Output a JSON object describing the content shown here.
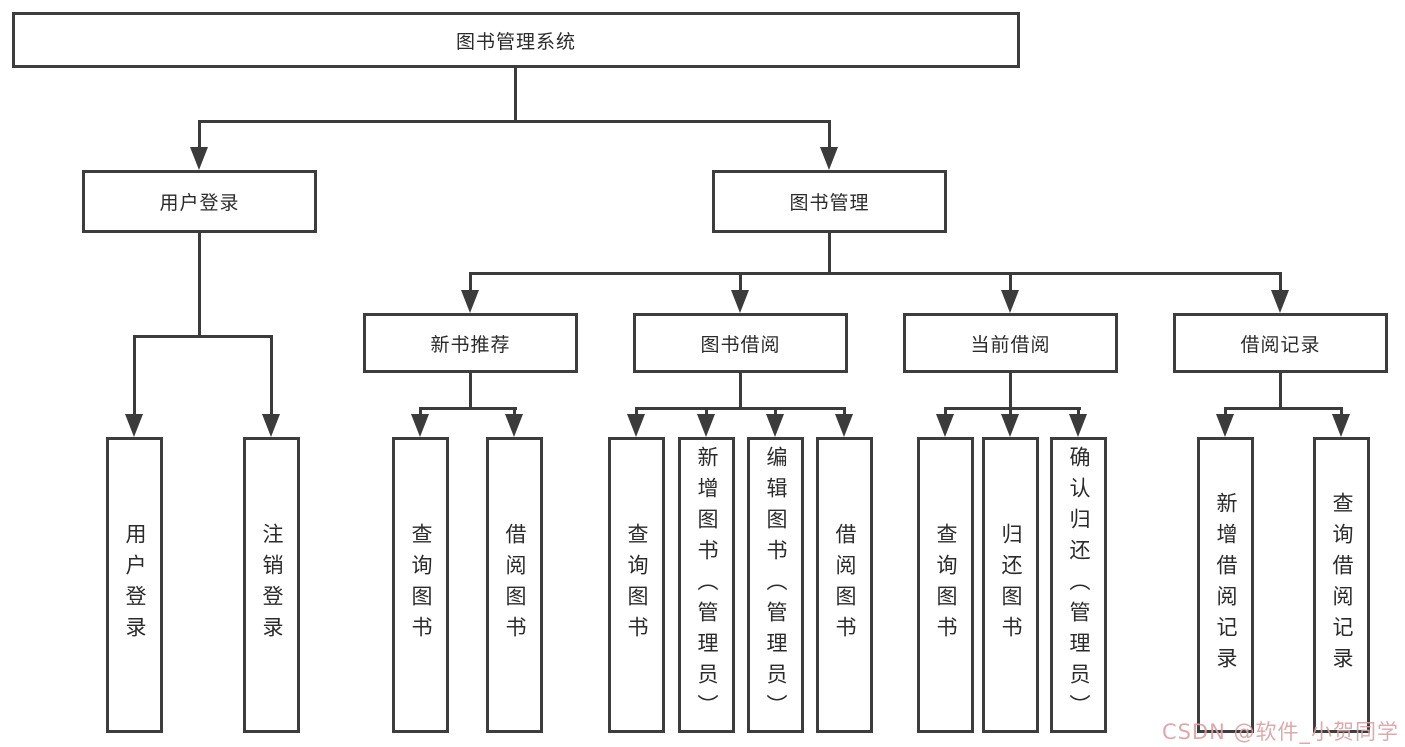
{
  "tree": {
    "root": "图书管理系统",
    "branches": [
      {
        "label": "用户登录",
        "children": [
          "用户登录",
          "注销登录"
        ]
      },
      {
        "label": "图书管理",
        "groups": [
          {
            "label": "新书推荐",
            "children": [
              "查询图书",
              "借阅图书"
            ]
          },
          {
            "label": "图书借阅",
            "children": [
              "查询图书",
              "新增图书（管理员）",
              "编辑图书（管理员）",
              "借阅图书"
            ]
          },
          {
            "label": "当前借阅",
            "children": [
              "查询图书",
              "归还图书",
              "确认归还（管理员）"
            ]
          },
          {
            "label": "借阅记录",
            "children": [
              "新增借阅记录",
              "查询借阅记录"
            ]
          }
        ]
      }
    ]
  },
  "watermark": "CSDN @软件_小贺同学",
  "colors": {
    "background": "#ffffff",
    "box_border": "#3d3d3d",
    "line": "#3b3b3b",
    "text": "#2b2b2b",
    "watermark": "#dba0a4"
  }
}
